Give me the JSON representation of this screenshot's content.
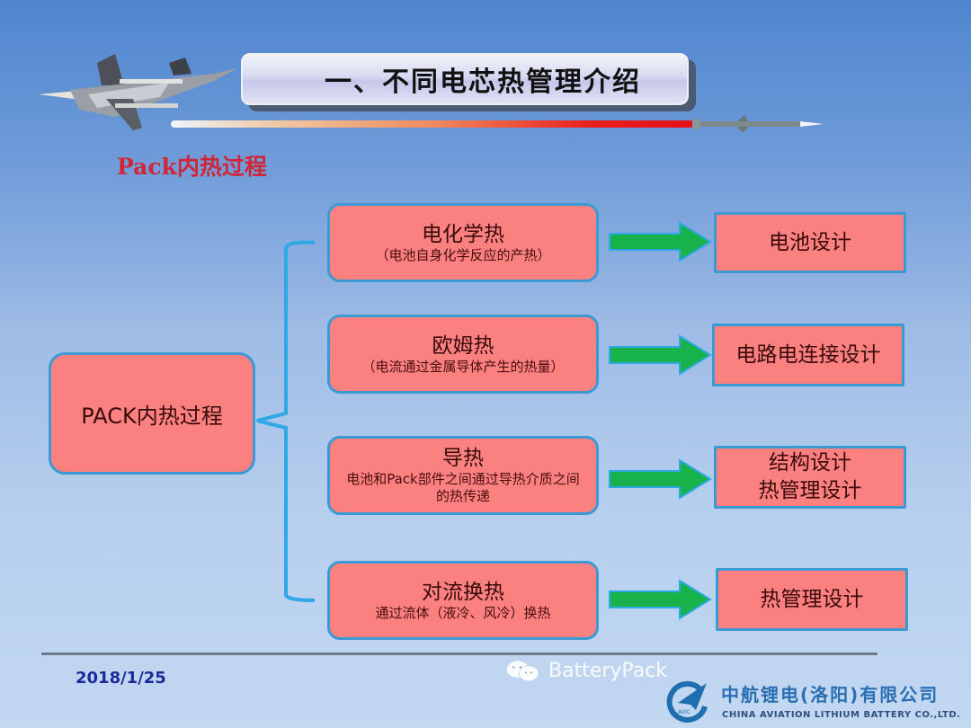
{
  "slide": {
    "title": "一、不同电芯热管理介绍",
    "subtitle": "Pack内热过程",
    "date": "2018/1/25"
  },
  "diagram": {
    "root": {
      "label": "PACK内热过程"
    },
    "branches": [
      {
        "heading": "电化学热",
        "detail": "（电池自身化学反应的产热）",
        "outcome_lines": [
          "电池设计"
        ]
      },
      {
        "heading": "欧姆热",
        "detail": "（电流通过金属导体产生的热量）",
        "outcome_lines": [
          "电路电连接设计"
        ]
      },
      {
        "heading": "导热",
        "detail": "电池和Pack部件之间通过导热介质之间的热传递",
        "outcome_lines": [
          "结构设计",
          "热管理设计"
        ]
      },
      {
        "heading": "对流换热",
        "detail": "通过流体（液冷、风冷）换热",
        "outcome_lines": [
          "热管理设计"
        ]
      }
    ]
  },
  "footer": {
    "company_cn": "中航锂电(洛阳)有限公司",
    "company_en": "CHINA AVIATION LITHIUM BATTERY CO.,LTD.",
    "logo_text": "AVIC",
    "watermark": "BatteryPack"
  },
  "colors": {
    "node_fill": "#fb8080",
    "node_border": "#3b9ad4",
    "arrow_fill": "#17b24a",
    "subtitle": "#d1263a",
    "date": "#1b2a9a"
  },
  "icons": {
    "jet": "fighter-jet-icon",
    "missile": "missile-icon",
    "logo": "avic-logo-icon",
    "watermark": "wechat-icon",
    "arrow": "right-arrow-icon"
  }
}
